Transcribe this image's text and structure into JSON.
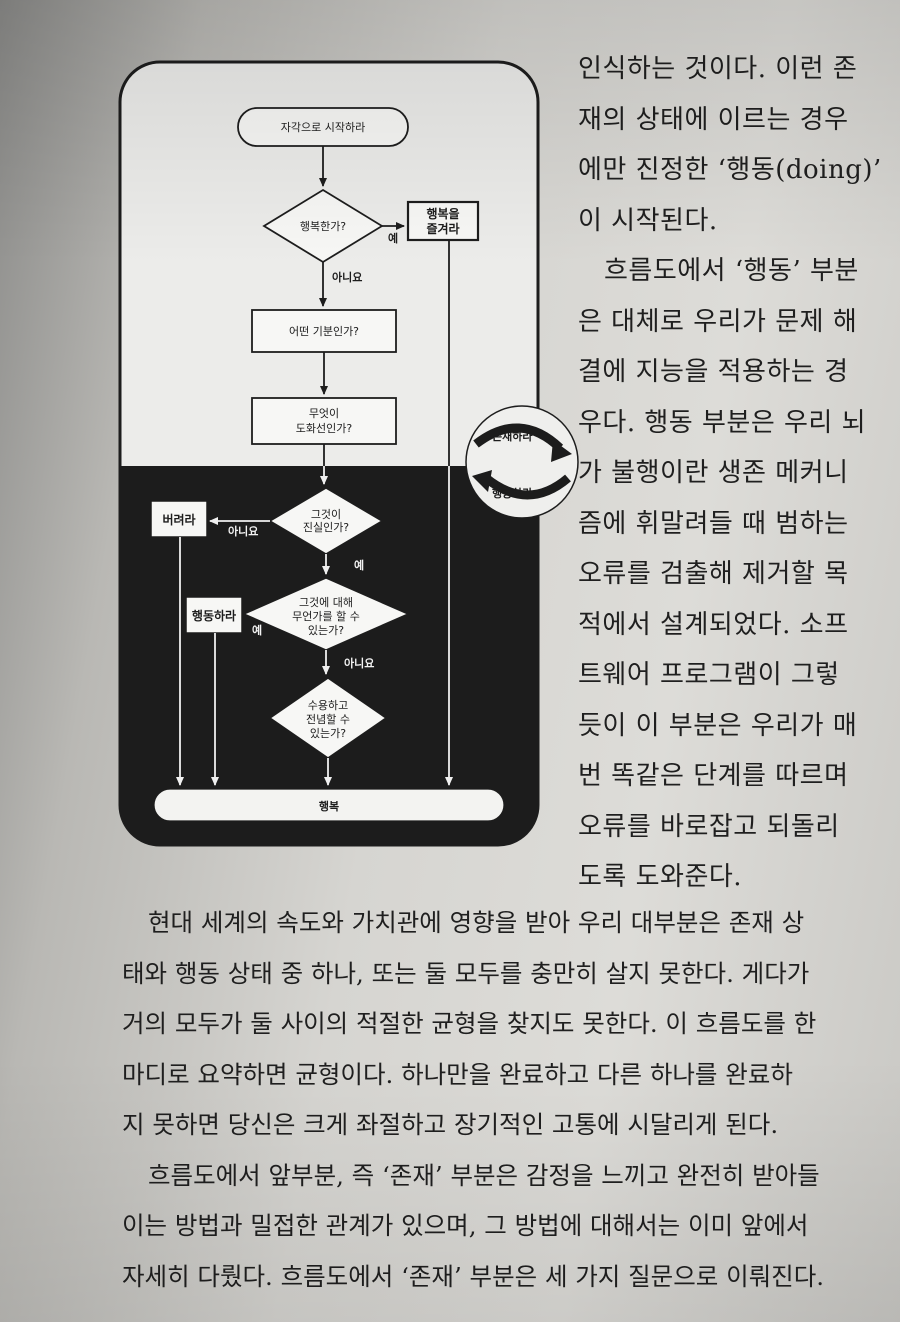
{
  "flowchart": {
    "start": "자각으로 시작하라",
    "q_happy": "행복한가?",
    "yes1": "예",
    "enjoy_line1": "행복을",
    "enjoy_line2": "즐겨라",
    "no1": "아니요",
    "q_mood": "어떤 기분인가?",
    "q_trigger_line1": "무엇이",
    "q_trigger_line2": "도화선인가?",
    "being": "존재하라",
    "doing": "행동하라",
    "q_true_line1": "그것이",
    "q_true_line2": "진실인가?",
    "discard": "버려라",
    "no2": "아니요",
    "yes2": "예",
    "q_act_line1": "그것에 대해",
    "q_act_line2": "무언가를 할 수",
    "q_act_line3": "있는가?",
    "act": "행동하라",
    "yes3": "예",
    "no3": "아니요",
    "q_accept_line1": "수용하고",
    "q_accept_line2": "전념할 수",
    "q_accept_line3": "있는가?",
    "end": "행복"
  },
  "right_column": [
    "인식하는 것이다. 이런 존",
    "재의 상태에 이르는 경우",
    "에만 진정한 ‘행동(doing)’",
    "이 시작된다.",
    "흐름도에서 ‘행동’ 부분",
    "은 대체로 우리가 문제 해",
    "결에 지능을 적용하는 경",
    "우다. 행동 부분은 우리 뇌",
    "가 불행이란 생존 메커니",
    "즘에 휘말려들 때 범하는",
    "오류를 검출해 제거할 목",
    "적에서 설계되었다. 소프",
    "트웨어 프로그램이 그렇",
    "듯이 이 부분은 우리가 매",
    "번 똑같은 단계를 따르며",
    "오류를 바로잡고 되돌리",
    "도록 도와준다."
  ],
  "bottom_paragraphs": [
    "현대 세계의 속도와 가치관에 영향을 받아 우리 대부분은 존재 상",
    "태와 행동 상태 중 하나, 또는 둘 모두를 충만히 살지 못한다. 게다가",
    "거의 모두가 둘 사이의 적절한 균형을 찾지도 못한다. 이 흐름도를 한",
    "마디로 요약하면 균형이다. 하나만을 완료하고 다른 하나를 완료하",
    "지 못하면 당신은 크게 좌절하고 장기적인 고통에 시달리게 된다.",
    "흐름도에서 앞부분, 즉 ‘존재’ 부분은 감정을 느끼고 완전히 받아들",
    "이는 방법과 밀접한 관계가 있으며, 그 방법에 대해서는 이미 앞에서",
    "자세히 다뤘다. 흐름도에서 ‘존재’ 부분은 세 가지 질문으로 이뤄진다."
  ]
}
